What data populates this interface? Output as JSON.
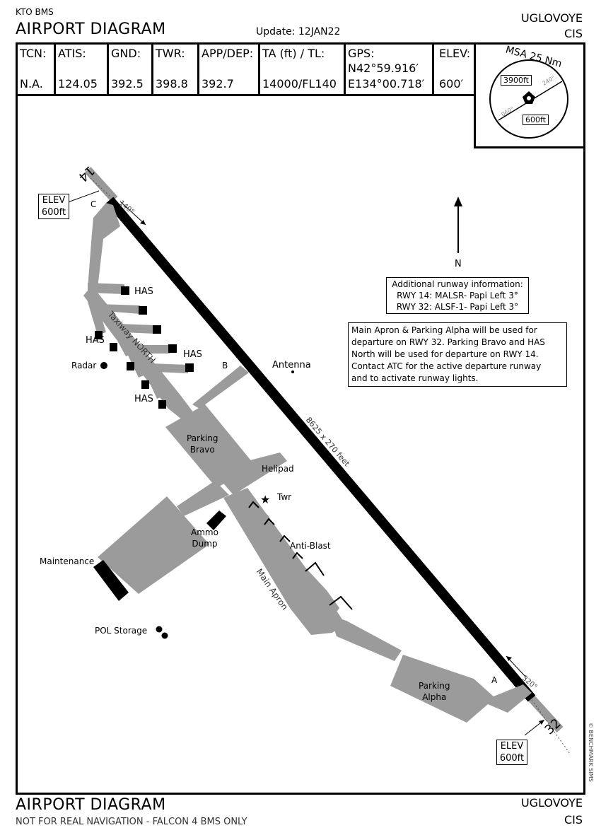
{
  "header": {
    "org": "KTO BMS",
    "title": "AIRPORT DIAGRAM",
    "update": "Update: 12JAN22",
    "airport": "UGLOVOYE",
    "region": "CIS"
  },
  "freq_table": {
    "columns": [
      {
        "label": "TCN:",
        "value": "N.A."
      },
      {
        "label": "ATIS:",
        "value": "124.05"
      },
      {
        "label": "GND:",
        "value": "392.5"
      },
      {
        "label": "TWR:",
        "value": "398.8"
      },
      {
        "label": "APP/DEP:",
        "value": "392.7"
      },
      {
        "label": "TA (ft) / TL:",
        "value": "14000/FL140"
      },
      {
        "label": "GPS:",
        "value_line1": "N42°59.916′",
        "value_line2": "E134°00.718′"
      },
      {
        "label": "ELEV:",
        "value": "600′"
      }
    ]
  },
  "msa": {
    "title": "MSA 25 Nm",
    "sector_high": "3900ft",
    "sector_low": "600ft",
    "bearing_a": "240°",
    "bearing_b": "060°"
  },
  "runway": {
    "end_north": "14",
    "end_south": "32",
    "heading_north": "140°",
    "heading_south": "320°",
    "dimensions": "8625 x 270 feet",
    "elev_north_line1": "ELEV",
    "elev_north_line2": "600ft",
    "elev_south_line1": "ELEV",
    "elev_south_line2": "600ft"
  },
  "labels": {
    "north": "N",
    "taxiway_c": "C",
    "taxiway_b": "B",
    "taxiway_a": "A",
    "taxiway_north": "Taxiway NORTH",
    "has_1": "HAS",
    "has_2": "HAS",
    "has_3": "HAS",
    "has_4": "HAS",
    "radar": "Radar",
    "antenna": "Antenna",
    "parking_bravo_1": "Parking",
    "parking_bravo_2": "Bravo",
    "helipad": "Helipad",
    "twr": "Twr",
    "ammo_1": "Ammo",
    "ammo_2": "Dump",
    "anti_blast": "Anti-Blast",
    "maintenance": "Maintenance",
    "main_apron": "Main Apron",
    "pol_storage": "POL Storage",
    "parking_alpha_1": "Parking",
    "parking_alpha_2": "Alpha"
  },
  "notes": {
    "runway_info": [
      "Additional runway information:",
      "RWY 14: MALSR- Papi Left 3°",
      "RWY 32: ALSF-1- Papi Left 3°"
    ],
    "departure": [
      "Main Apron & Parking Alpha will be used for",
      "departure on RWY 32. Parking Bravo and HAS",
      "North will be used for departure on RWY 14.",
      "Contact ATC for the active departure runway",
      "and to activate runway lights."
    ]
  },
  "footer": {
    "title": "AIRPORT DIAGRAM",
    "disclaimer": "NOT FOR REAL NAVIGATION - FALCON 4 BMS ONLY",
    "airport": "UGLOVOYE",
    "region": "CIS",
    "copyright": "© BENCHMARK SIMS"
  }
}
